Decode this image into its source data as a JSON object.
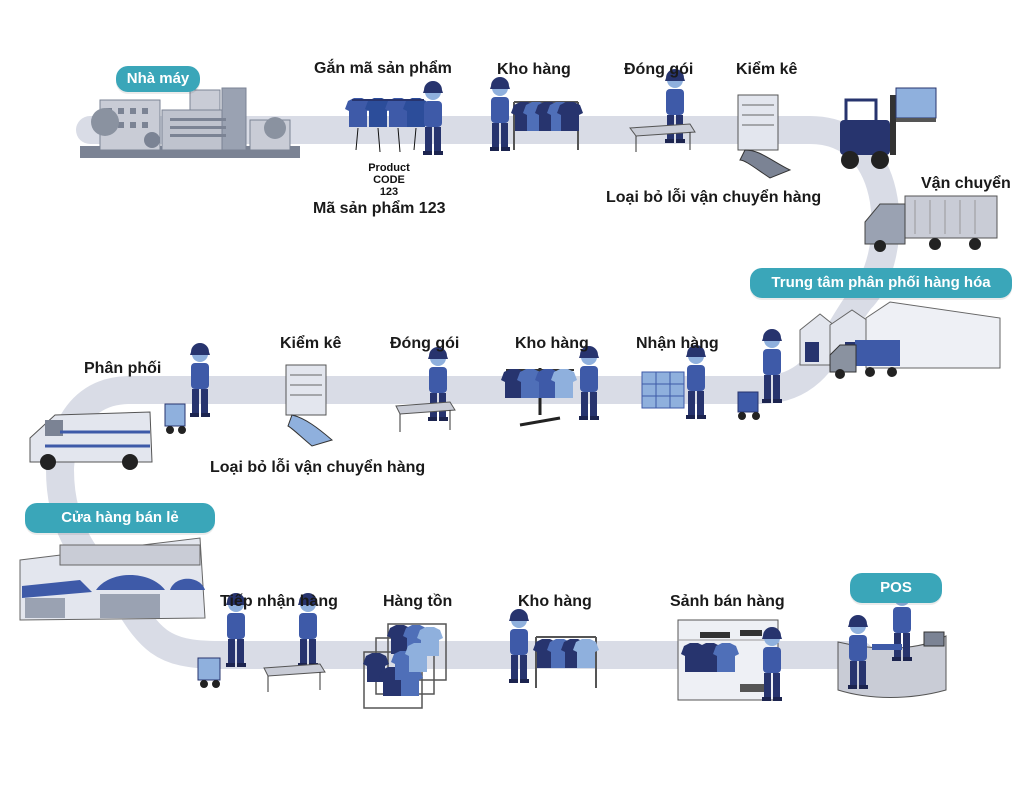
{
  "colors": {
    "road": "#d9dce6",
    "pill": "#3aa6b9",
    "worker_dark": "#27346e",
    "worker_mid": "#3e5aa8",
    "worker_light": "#8fb0dd",
    "building": "#c9ccd6",
    "building_dark": "#7b8394"
  },
  "row1": {
    "factory_pill": "Nhà máy",
    "tag_label": "Gắn mã sản phẩm",
    "product_code_line1": "Product",
    "product_code_line2": "CODE",
    "product_code_line3": "123",
    "product_code_vn": "Mã sản phẩm 123",
    "warehouse_label": "Kho hàng",
    "packing_label": "Đóng gói",
    "inventory_label": "Kiểm kê",
    "defect_label": "Loại bỏ lỗi vận chuyển hàng",
    "transport_label": "Vận chuyển"
  },
  "row2": {
    "dc_pill": "Trung tâm phân phối hàng hóa",
    "distribute_label": "Phân phối",
    "inventory_label": "Kiểm kê",
    "packing_label": "Đóng gói",
    "warehouse_label": "Kho hàng",
    "receiving_label": "Nhận hàng",
    "defect_label": "Loại bỏ lỗi vận chuyển hàng"
  },
  "row3": {
    "retail_pill": "Cửa hàng bán lẻ",
    "receive_label": "Tiếp nhận hàng",
    "stock_label": "Hàng tồn",
    "warehouse_label": "Kho hàng",
    "salesfloor_label": "Sảnh bán hàng",
    "pos_pill": "POS"
  }
}
